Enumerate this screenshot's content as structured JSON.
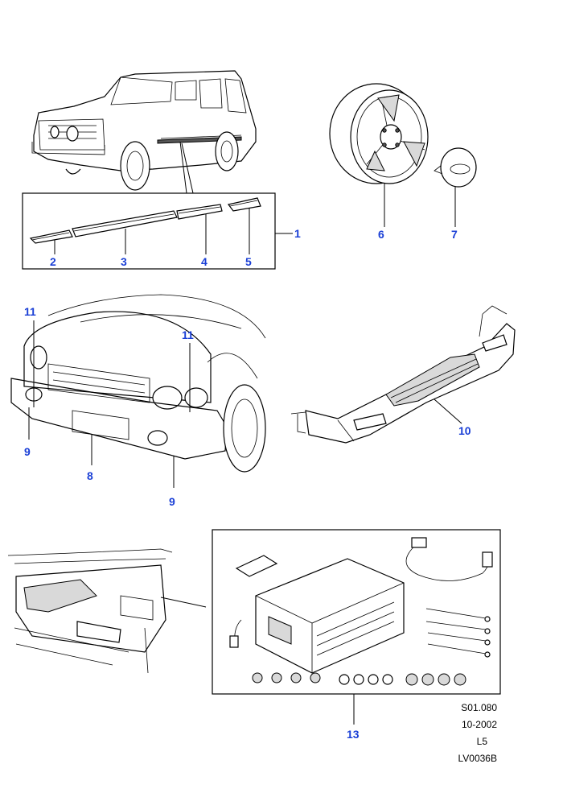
{
  "callouts": {
    "c1": "1",
    "c2": "2",
    "c3": "3",
    "c4": "4",
    "c5": "5",
    "c6": "6",
    "c7": "7",
    "c8": "8",
    "c9a": "9",
    "c9b": "9",
    "c10": "10",
    "c11a": "11",
    "c11b": "11",
    "c13": "13"
  },
  "reference": {
    "sheet": "S01.080",
    "date": "10-2002",
    "level": "L5",
    "code": "LV0036B"
  },
  "colors": {
    "callout": "#1a3fd6",
    "line": "#000000"
  }
}
